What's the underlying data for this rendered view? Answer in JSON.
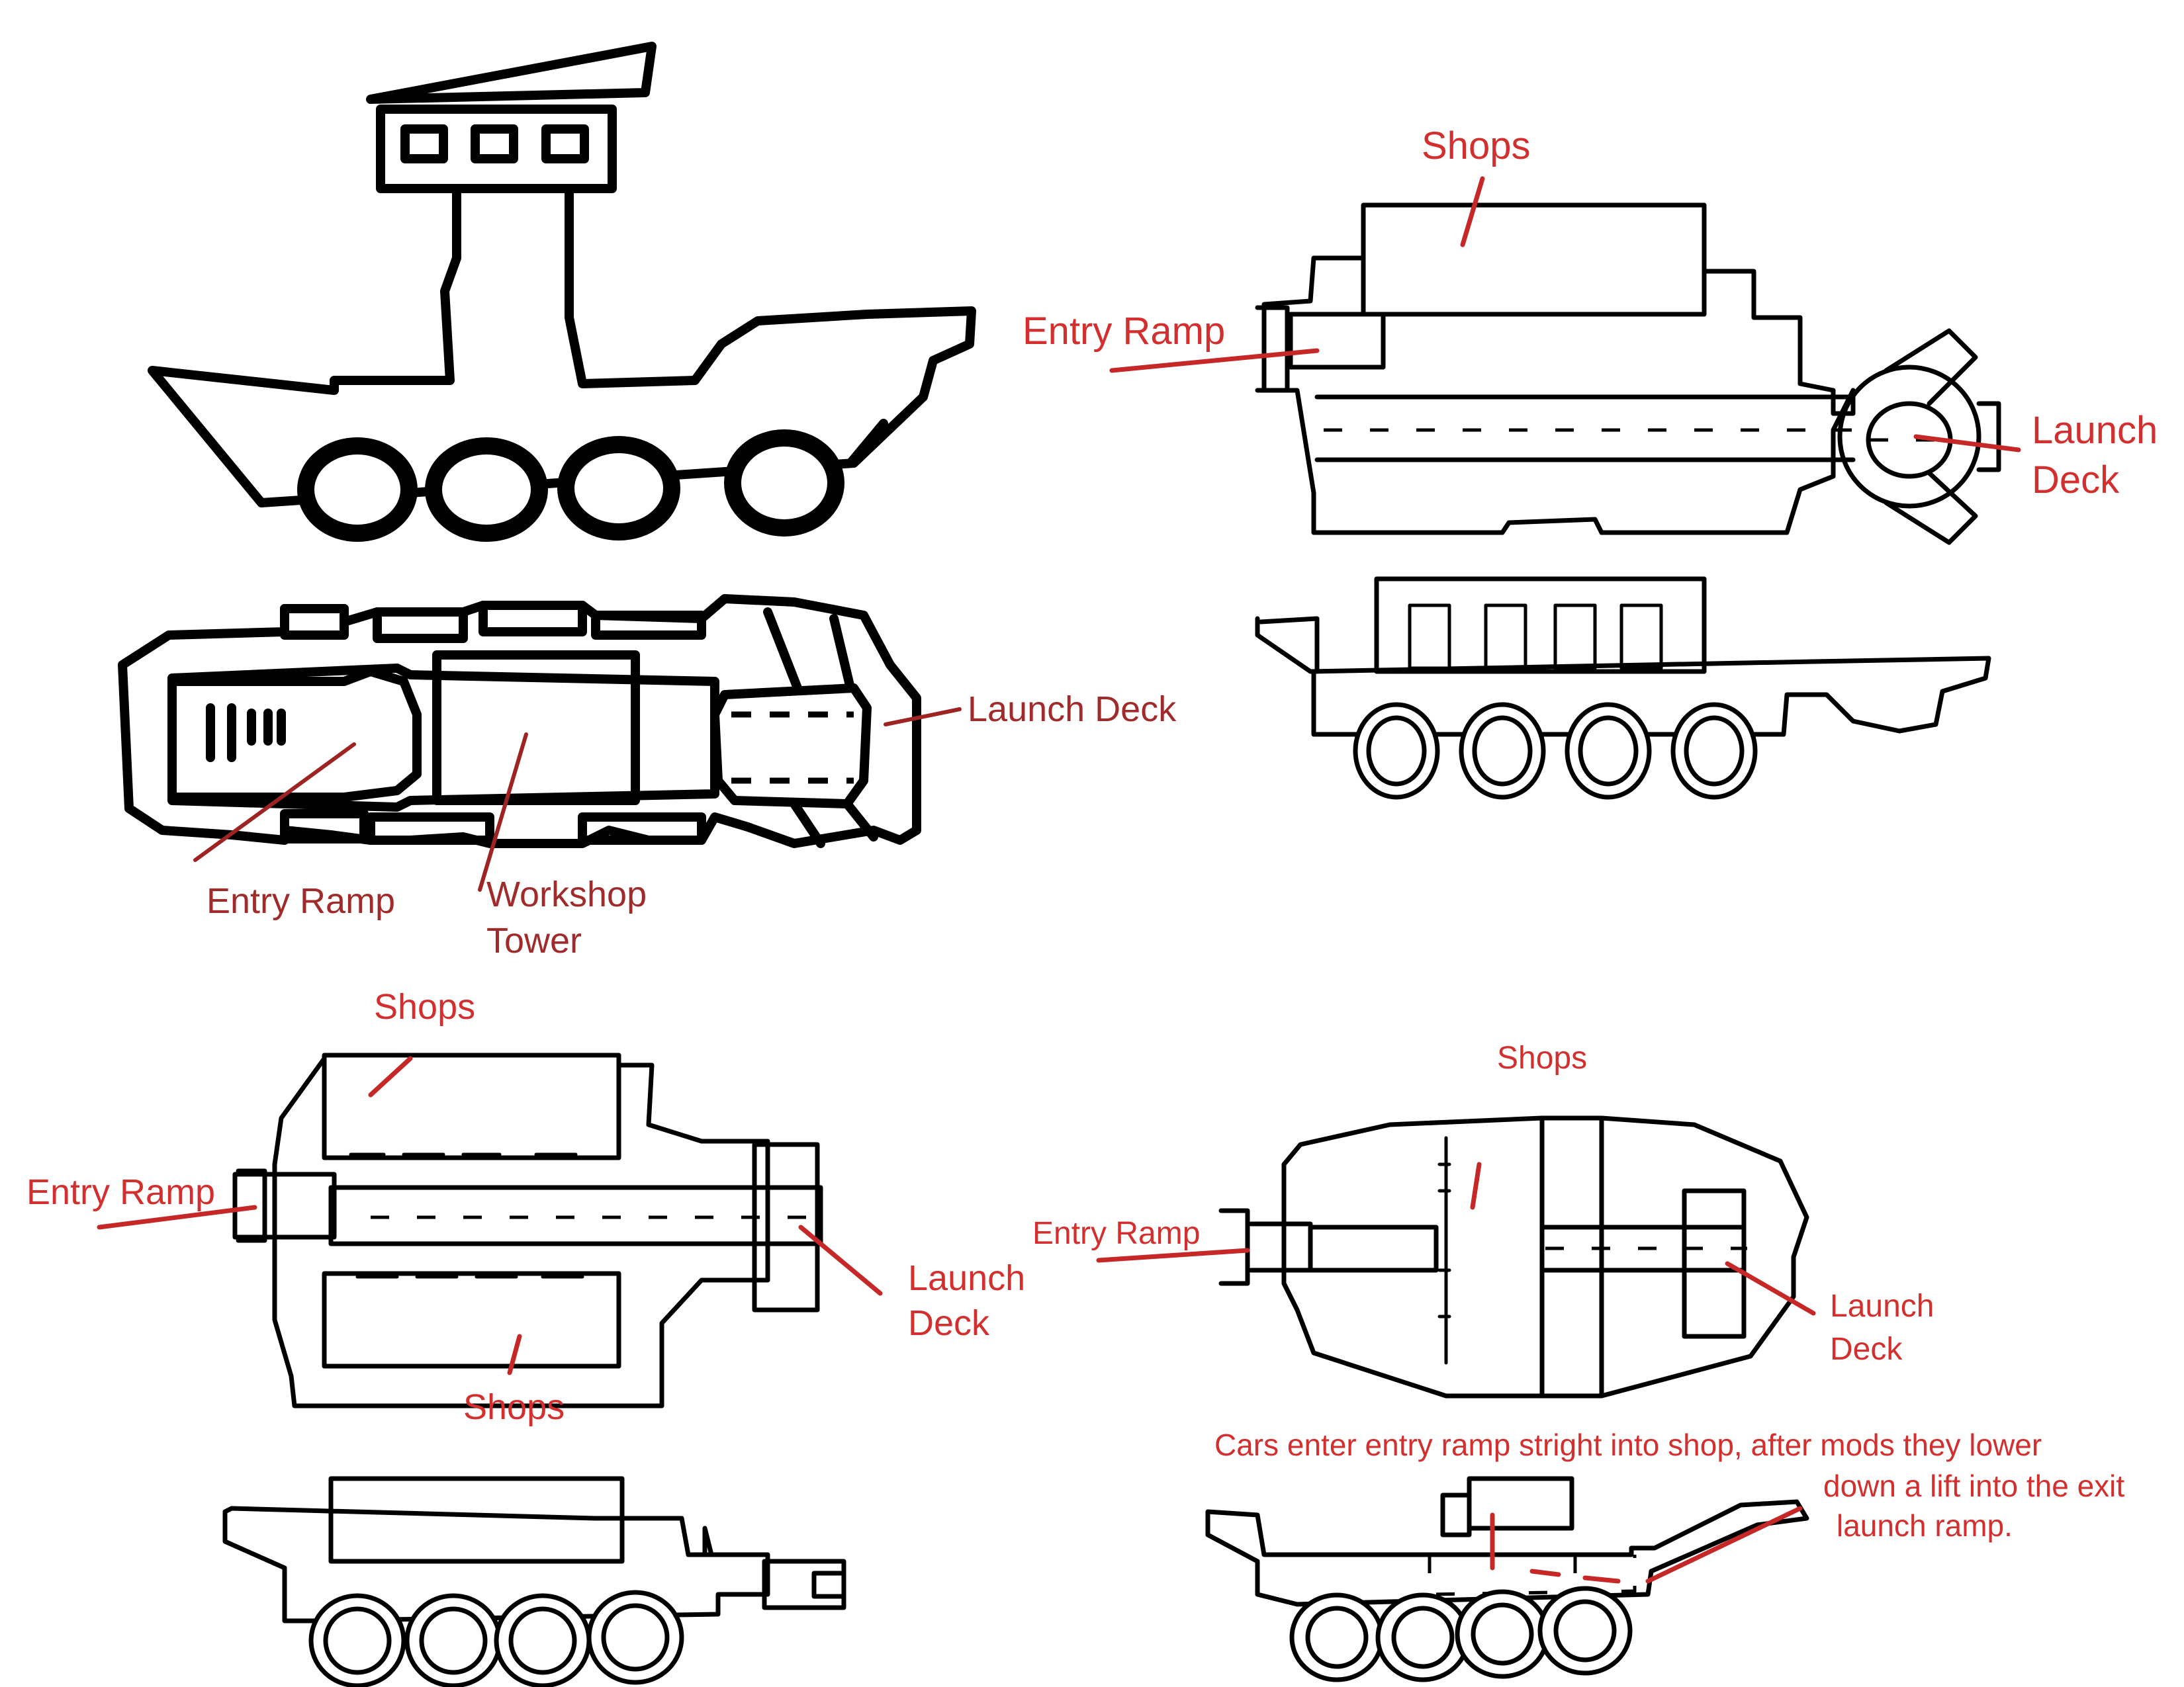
{
  "labels": {
    "tl_launch_deck": "Launch Deck",
    "tl_entry_ramp": "Entry Ramp",
    "tl_workshop": "Workshop",
    "tl_tower": "Tower",
    "tr_shops": "Shops",
    "tr_entry_ramp": "Entry Ramp",
    "tr_launch": "Launch",
    "tr_deck": "Deck",
    "bl_shops_top": "Shops",
    "bl_entry_ramp": "Entry Ramp",
    "bl_launch": "Launch",
    "bl_deck": "Deck",
    "bl_shops_bottom": "Shops",
    "br_shops": "Shops",
    "br_entry_ramp": "Entry Ramp",
    "br_launch": "Launch",
    "br_deck": "Deck",
    "br_note_line1": "Cars enter entry ramp stright into shop, after mods they lower",
    "br_note_line2": "down a lift into the exit",
    "br_note_line3": "launch ramp."
  },
  "colors": {
    "ink": "#000000",
    "annotation": "#d32f2f",
    "annotation_dark": "#a12a2a",
    "background": "#ffffff"
  }
}
